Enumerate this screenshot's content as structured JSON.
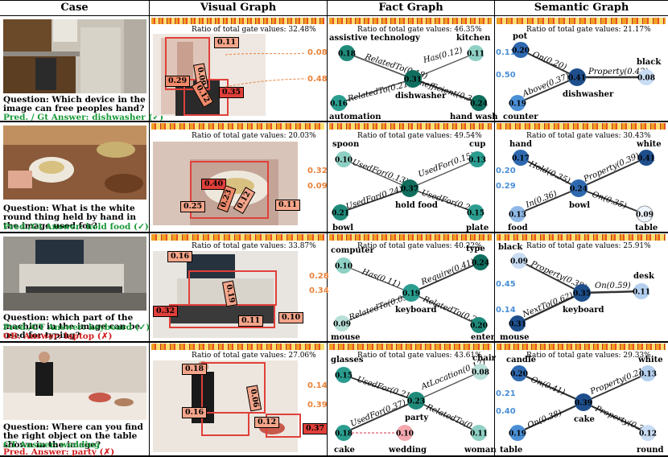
{
  "headers": {
    "case": "Case",
    "visual": "Visual Graph",
    "fact": "Fact Graph",
    "semantic": "Semantic Graph"
  },
  "rows": [
    {
      "question": "Question: Which device in the image can free peoples hand?",
      "answers": [
        {
          "text": "Pred. / Gt Answer: dishwasher (✓)",
          "color": "green"
        }
      ],
      "visual": {
        "ratio": "Ratio of total gate values: 32.48%",
        "tags": [
          "0.11",
          "0.29",
          "0.09",
          "0.12",
          "0.35"
        ],
        "gates": [
          "0.08",
          "0.48"
        ]
      },
      "fact": {
        "ratio": "Ratio of total gate values: 46.35%",
        "nodes": [
          {
            "v": "0.18",
            "l": "assistive technology"
          },
          {
            "v": "0.11",
            "l": "kitchen"
          },
          {
            "v": "0.31",
            "l": "dishwasher"
          },
          {
            "v": "0.16",
            "l": "automation"
          },
          {
            "v": "0.24",
            "l": "hand wash"
          }
        ],
        "edges": [
          "RelatedTo(0.18)",
          "Has(0.12)",
          "RelatedTo(0.21)",
          "Inefficient(0.33)"
        ]
      },
      "semantic": {
        "ratio": "Ratio of total gate values: 21.17%",
        "gates": [
          "0.11",
          "0.50"
        ],
        "nodes": [
          {
            "v": "0.20",
            "l": "pot"
          },
          {
            "v": "0.08",
            "l": "black"
          },
          {
            "v": "0.41",
            "l": "dishwasher"
          },
          {
            "v": "0.19",
            "l": "counter"
          }
        ],
        "edges": [
          "On(0.20)",
          "Property(0.42)",
          "Above(0.37)"
        ]
      }
    },
    {
      "question": "Question: What is the white round thing held by hand in the image used for?",
      "answers": [
        {
          "text": "Pred./Gt Answer: hold food (✓)",
          "color": "green"
        }
      ],
      "visual": {
        "ratio": "Ratio of total gate values: 20.03%",
        "tags": [
          "0.40",
          "0.25",
          "0.23",
          "0.12",
          "0.11"
        ],
        "gates": [
          "0.32",
          "0.09"
        ]
      },
      "fact": {
        "ratio": "Ratio of total gate values: 49.54%",
        "nodes": [
          {
            "v": "0.10",
            "l": "spoon"
          },
          {
            "v": "0.13",
            "l": "cup"
          },
          {
            "v": "0.37",
            "l": "hold food"
          },
          {
            "v": "0.21",
            "l": "bowl"
          },
          {
            "v": "0.15",
            "l": "plate"
          }
        ],
        "edges": [
          "UsedFor(0.13)",
          "UsedFor(0.15)",
          "UsedFor(0.24)",
          "UsedFor(0.20)"
        ]
      },
      "semantic": {
        "ratio": "Ratio of total gate values: 30.43%",
        "gates": [
          "0.20",
          "0.29"
        ],
        "nodes": [
          {
            "v": "0.17",
            "l": "hand"
          },
          {
            "v": "0.41",
            "l": "white"
          },
          {
            "v": "0.24",
            "l": "bowl"
          },
          {
            "v": "0.13",
            "l": "food"
          },
          {
            "v": "0.09",
            "l": "table"
          }
        ],
        "edges": [
          "Hold(0.35)",
          "Property(0.39)",
          "In(0.36)",
          "On(0.35)"
        ]
      }
    },
    {
      "question": "Question: which part of the machine in the image can be used for typing?",
      "answers": [
        {
          "text": "Pred./GT Answer: keyboard (✓)",
          "color": "green"
        },
        {
          "text": "OB. Answer: laptop (✗)",
          "color": "red"
        }
      ],
      "visual": {
        "ratio": "Ratio of total gate values: 33.87%",
        "tags": [
          "0.16",
          "0.19",
          "0.32",
          "0.11",
          "0.10"
        ],
        "gates": [
          "0.28",
          "0.34"
        ]
      },
      "fact": {
        "ratio": "Ratio of total gate values: 40.22%",
        "nodes": [
          {
            "v": "0.10",
            "l": "computer"
          },
          {
            "v": "0.24",
            "l": "type"
          },
          {
            "v": "0.19",
            "l": "keyboard"
          },
          {
            "v": "0.09",
            "l": "mouse"
          },
          {
            "v": "0.20",
            "l": "enter"
          }
        ],
        "edges": [
          "Has(0.11)",
          "Require(0.41)",
          "RelatedTo(0.09)",
          "RelatedTo(0.27)"
        ]
      },
      "semantic": {
        "ratio": "Ratio of total gate values: 25.91%",
        "gates": [
          "0.45",
          "0.14"
        ],
        "nodes": [
          {
            "v": "0.09",
            "l": "black"
          },
          {
            "v": "0.11",
            "l": "desk"
          },
          {
            "v": "0.35",
            "l": "keyboard"
          },
          {
            "v": "0.31",
            "l": "mouse"
          }
        ],
        "edges": [
          "Property(0.38)",
          "On(0.59)",
          "NextTo(0.62)"
        ]
      }
    },
    {
      "question": "Question: Where can you find the right object on the table shown in the image?",
      "answers": [
        {
          "text": "GT Answer: wedding",
          "color": "green"
        },
        {
          "text": "Pred. Answer: party (✗)",
          "color": "red"
        }
      ],
      "visual": {
        "ratio": "Ratio of total gate values: 27.06%",
        "tags": [
          "0.18",
          "0.06",
          "0.16",
          "0.12",
          "0.37"
        ],
        "gates": [
          "0.14",
          "0.39"
        ]
      },
      "fact": {
        "ratio": "Ratio of total gate values: 43.61%",
        "nodes": [
          {
            "v": "0.15",
            "l": "glasses"
          },
          {
            "v": "0.08",
            "l": "chair"
          },
          {
            "v": "0.23",
            "l": "party"
          },
          {
            "v": "0.18",
            "l": "cake"
          },
          {
            "v": "0.10",
            "l": "wedding"
          },
          {
            "v": "0.11",
            "l": "woman"
          }
        ],
        "edges": [
          "UsedFor(0.21)",
          "AtLocation(0.12)",
          "UsedFor(0.37)",
          "RelatedTo(0.24)"
        ]
      },
      "semantic": {
        "ratio": "Ratio of total gate values: 29.33%",
        "gates": [
          "0.21",
          "0.40"
        ],
        "nodes": [
          {
            "v": "0.20",
            "l": "candle"
          },
          {
            "v": "0.13",
            "l": "white"
          },
          {
            "v": "0.39",
            "l": "cake"
          },
          {
            "v": "0.19",
            "l": "table"
          },
          {
            "v": "0.12",
            "l": "round"
          }
        ],
        "edges": [
          "On(0.41)",
          "Property(0.21)",
          "On(0.38)",
          "Property(0.38)"
        ]
      }
    }
  ],
  "colors": {
    "green_answer": "#1a9a3a",
    "red_answer": "#d21f1f",
    "fact_node": "#2a9d8f",
    "sem_node": "#3f7fc7",
    "gate_orange": "#e8823a",
    "gate_blue": "#4a8fd6"
  }
}
